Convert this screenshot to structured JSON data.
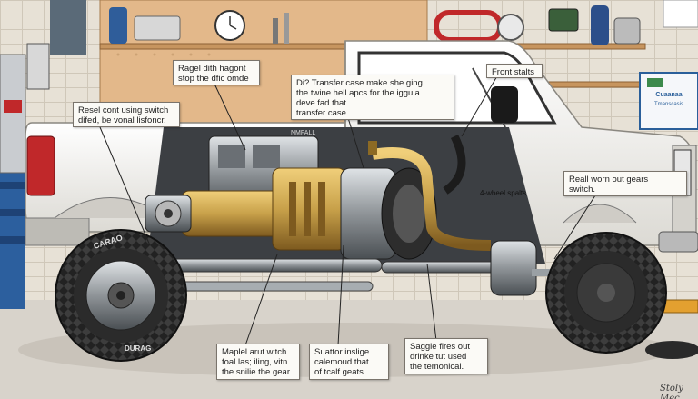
{
  "callouts": {
    "top_center": "Ragel dith hagont\nstop the dfic omde",
    "top_right_mid": "Di? Transfer case make she ging\nthe twine hell apcs for the iggula.\ndeve fad that\ntransfer case.",
    "front_stalts": "Front stalts",
    "left_upper": "Resel cont using switch\ndifed, be vonal lisfoncr.",
    "right_mid": "Reall worn out gears\nswitch.",
    "bottom_left": "Maplel arut witch\nfoal las; iling, vitn\nthe snilie the gear.",
    "bottom_center": "Suattor inslige\ncalemoud that\nof tcalf geats.",
    "bottom_right": "Saggie fires out\ndrinke tut used\nthe temonical."
  },
  "part_labels": {
    "transfer_plate": "NMFALL",
    "four_wheel": "4-wheel spalts"
  },
  "tire_text": {
    "front_upper": "CARAO",
    "front_lower": "DURAG"
  },
  "wall_sign": {
    "line1": "Cuaanaa",
    "line2": "Tmanscasis"
  },
  "signature": "Stoly Mec",
  "colors": {
    "truck_body": "#f3f2ee",
    "brass": "#c8a14a",
    "steel": "#8f9498",
    "rubber": "#2a2a2a",
    "wall_tile": "#e7e1d6",
    "shelf_wood": "#c7955f",
    "tail_light": "#c0282a"
  }
}
